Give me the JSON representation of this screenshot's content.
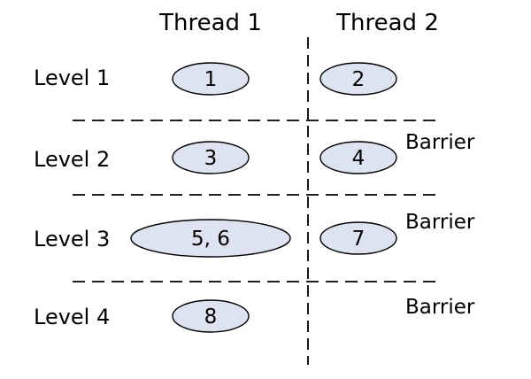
{
  "threads": [
    {
      "label": "Thread 1"
    },
    {
      "label": "Thread 2"
    }
  ],
  "levels": [
    {
      "label": "Level 1",
      "tasks": {
        "thread1": "1",
        "thread2": "2"
      }
    },
    {
      "label": "Level 2",
      "tasks": {
        "thread1": "3",
        "thread2": "4"
      }
    },
    {
      "label": "Level 3",
      "tasks": {
        "thread1": "5, 6",
        "thread2": "7"
      }
    },
    {
      "label": "Level 4",
      "tasks": {
        "thread1": "8",
        "thread2": ""
      }
    }
  ],
  "barriers": [
    {
      "label": "Barrier"
    },
    {
      "label": "Barrier"
    },
    {
      "label": "Barrier"
    }
  ],
  "colors": {
    "node_fill": "#dde3f0",
    "stroke": "#000000",
    "background": "#ffffff"
  }
}
